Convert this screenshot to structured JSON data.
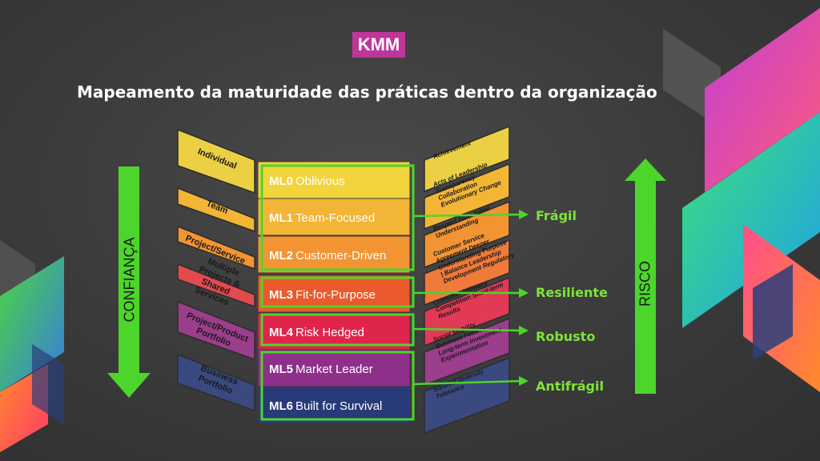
{
  "badge": "KMM",
  "title": "Mapeamento da maturidade das práticas dentro da organização",
  "left_arrow_label": "CONFIANÇA",
  "right_arrow_label": "RISCO",
  "levels": [
    {
      "code": "ML0",
      "name": "Oblivious",
      "color": "#f2d43c"
    },
    {
      "code": "ML1",
      "name": "Team-Focused",
      "color": "#f3b535"
    },
    {
      "code": "ML2",
      "name": "Customer-Driven",
      "color": "#f39433"
    },
    {
      "code": "ML3",
      "name": "Fit-for-Purpose",
      "color": "#ea5a2c"
    },
    {
      "code": "ML4",
      "name": "Risk Hedged",
      "color": "#e0254c"
    },
    {
      "code": "ML5",
      "name": "Market Leader",
      "color": "#8e2f8a"
    },
    {
      "code": "ML6",
      "name": "Built for Survival",
      "color": "#283a78"
    }
  ],
  "left_panels": [
    {
      "text": "Individual"
    },
    {
      "text": "Team"
    },
    {
      "text": "Project/Service"
    },
    {
      "text": "Multiple Projects & Shared Services"
    },
    {
      "text": "Project/Product Portfolio"
    },
    {
      "text": "Business Portfolio"
    }
  ],
  "right_panels": [
    {
      "text": "Achievement"
    },
    {
      "text": "Acts of Leadership Transparency Collaboration Evolutionary Change"
    },
    {
      "text": "Respect Flow Initial Understanding"
    },
    {
      "text": "Customer Service Agreement Deeper Understanding Purpose | Balance Leadership Development Regulatory Compliance"
    },
    {
      "text": "Customer Intimacy Competition Short-term Results"
    },
    {
      "text": "Social Mobility Business Focus Long-term Investment Experimentation"
    },
    {
      "text": "Survival Diversity Tolerance"
    }
  ],
  "outcomes": [
    "Frágil",
    "Resiliente",
    "Robusto",
    "Antifrágil"
  ],
  "colors": {
    "accent_green": "#4cd62b",
    "badge": "#c0359a"
  }
}
